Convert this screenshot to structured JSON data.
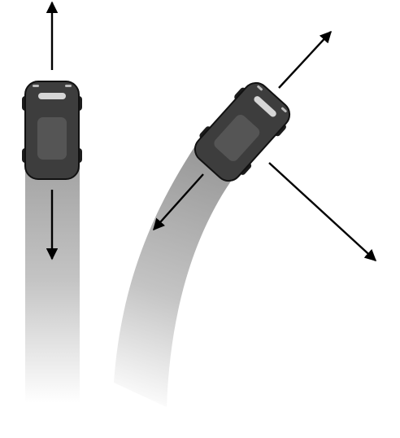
{
  "colors": {
    "background": "#ffffff",
    "car_body": "#3d3d3d",
    "car_outline": "#111111",
    "car_roof": "#555555",
    "wheel": "#1c1c1c",
    "headlight": "#d6d6d6",
    "trail_dark": "#9a9a9a",
    "trail_light": "#ffffff",
    "arrow": "#000000"
  },
  "cars": [
    {
      "name": "straight-car",
      "motion": "straight",
      "arrows": [
        "forward-arrow",
        "backward-arrow"
      ]
    },
    {
      "name": "turning-car",
      "motion": "curved",
      "arrows": [
        "forward-arrow",
        "backward-arrow",
        "lateral-arrow"
      ]
    }
  ]
}
